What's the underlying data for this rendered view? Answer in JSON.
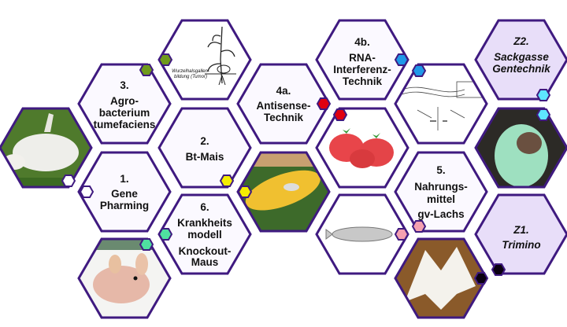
{
  "tiles": {
    "t3": {
      "num": "3.",
      "lines": [
        "Agro-",
        "bacterium",
        "tumefaciens"
      ]
    },
    "t2": {
      "num": "2.",
      "lines": [
        "Bt-Mais"
      ]
    },
    "t1": {
      "num": "1.",
      "lines": [
        "Gene",
        "Pharming"
      ]
    },
    "t6": {
      "num": "6.",
      "lines": [
        "Krankheits",
        "modell",
        "Knockout-",
        "Maus"
      ]
    },
    "t4a": {
      "num": "4a.",
      "lines": [
        "Antisense-",
        "Technik"
      ]
    },
    "t4b": {
      "num": "4b.",
      "lines": [
        "RNA-",
        "Interferenz-",
        "Technik"
      ]
    },
    "t5": {
      "num": "5.",
      "lines": [
        "Nahrungs-",
        "mittel",
        "gv-Lachs"
      ]
    },
    "z2": {
      "num": "Z2.",
      "lines": [
        "Sackgasse",
        "Gentechnik"
      ]
    },
    "z1": {
      "num": "Z1.",
      "lines": [
        "Trimino"
      ]
    }
  },
  "plant_caption": [
    "Wurzelhalsgallen-",
    "bildung (Tumor)"
  ],
  "marker_colors": {
    "agro": "#6f9a1c",
    "pharming": "#ffffff",
    "btmais": "#f5ee00",
    "antisense": "#e00010",
    "rnai": "#1f98e8",
    "z2": "#5ee6ff",
    "krankheit": "#4fe0a0",
    "lachs": "#f4a0b0",
    "z1": "#0a0010"
  }
}
